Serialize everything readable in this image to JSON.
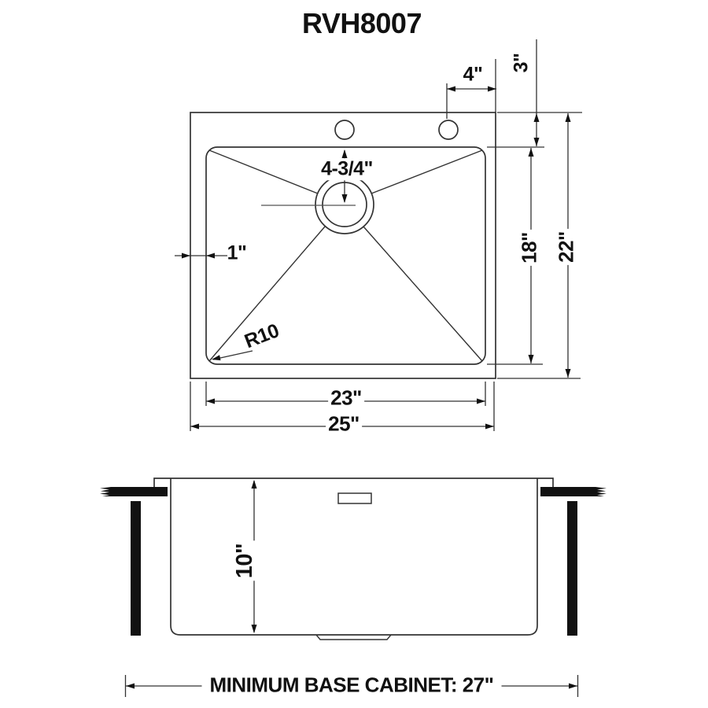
{
  "title": "RVH8007",
  "top_view": {
    "faucet_hole_spacing": "4\"",
    "deck_setback": "3\"",
    "drain_center_offset": "4-3/4\"",
    "rim_lip_width": "1\"",
    "corner_radius": "R10",
    "bowl_front_to_back": "18\"",
    "overall_front_to_back": "22\"",
    "bowl_width": "23\"",
    "overall_width": "25\""
  },
  "side_view": {
    "bowl_depth": "10\"",
    "base_cabinet_note": "MINIMUM BASE CABINET: 27\""
  },
  "colors": {
    "line": "#333333",
    "text": "#111111",
    "background": "#ffffff"
  }
}
